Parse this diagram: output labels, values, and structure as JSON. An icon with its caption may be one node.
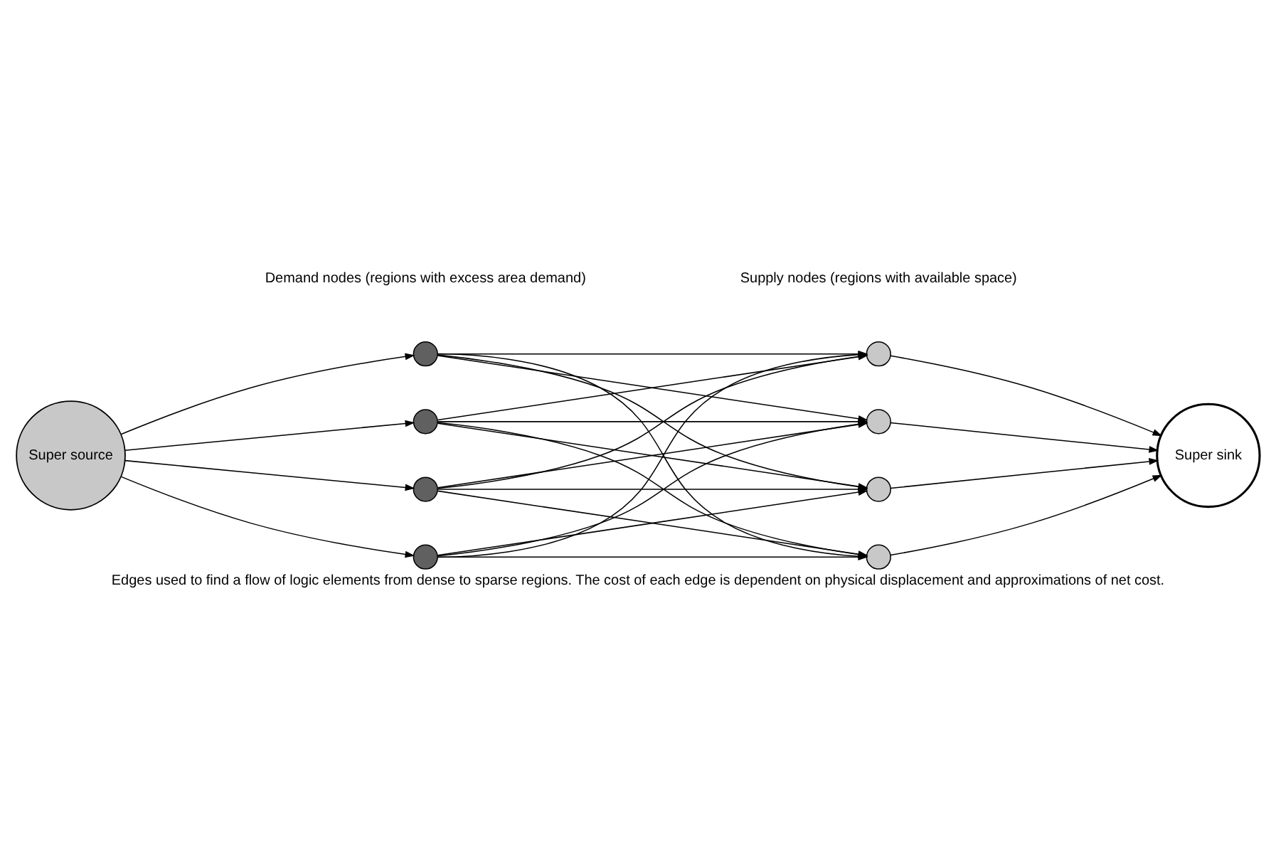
{
  "diagram": {
    "caption": "Edges used to find a flow of logic elements from dense to sparse regions. The cost of each edge is dependent on physical displacement and approximations of net cost.",
    "nodes": [
      {
        "text": [
          "Super source"
        ]
      },
      {
        "text": [],
        "shape": "circle"
      },
      {
        "text": [],
        "shape": "circle"
      },
      {
        "text": [],
        "shape": "circle"
      },
      {
        "text": [],
        "shape": "circle"
      },
      {
        "text": [],
        "shape": "circle"
      },
      {
        "text": [],
        "shape": "circle"
      },
      {
        "text": [],
        "shape": "circle"
      },
      {
        "text": [],
        "shape": "circle"
      },
      {
        "text": [
          "Super sink"
        ]
      }
    ],
    "edges": [
      {
        "from": 0,
        "to": 1,
        "arrow": "to"
      },
      {
        "from": 0,
        "to": 2,
        "arrow": "to"
      },
      {
        "from": 0,
        "to": 3,
        "arrow": "to"
      },
      {
        "from": 0,
        "to": 4,
        "arrow": "to"
      },
      {
        "from": 1,
        "to": 5,
        "arrow": "to"
      },
      {
        "from": 1,
        "to": 6,
        "arrow": "to"
      },
      {
        "from": 1,
        "to": 7,
        "arrow": "to"
      },
      {
        "from": 1,
        "to": 8,
        "arrow": "to"
      },
      {
        "from": 2,
        "to": 5,
        "arrow": "to"
      },
      {
        "from": 2,
        "to": 6,
        "arrow": "to"
      },
      {
        "from": 2,
        "to": 7,
        "arrow": "to"
      },
      {
        "from": 2,
        "to": 8,
        "arrow": "to"
      },
      {
        "from": 3,
        "to": 5,
        "arrow": "to"
      },
      {
        "from": 3,
        "to": 6,
        "arrow": "to"
      },
      {
        "from": 3,
        "to": 7,
        "arrow": "to"
      },
      {
        "from": 3,
        "to": 8,
        "arrow": "to"
      },
      {
        "from": 4,
        "to": 5,
        "arrow": "to"
      },
      {
        "from": 4,
        "to": 6,
        "arrow": "to"
      },
      {
        "from": 4,
        "to": 7,
        "arrow": "to"
      },
      {
        "from": 4,
        "to": 8,
        "arrow": "to"
      },
      {
        "from": 5,
        "to": 9,
        "arrow": "to"
      },
      {
        "from": 6,
        "to": 9,
        "arrow": "to"
      },
      {
        "from": 7,
        "to": 9,
        "arrow": "to"
      },
      {
        "from": 8,
        "to": 9,
        "arrow": "to"
      }
    ],
    "labels": [
      "Demand nodes (regions with excess area demand)",
      "Supply nodes (regions with available space)"
    ]
  }
}
